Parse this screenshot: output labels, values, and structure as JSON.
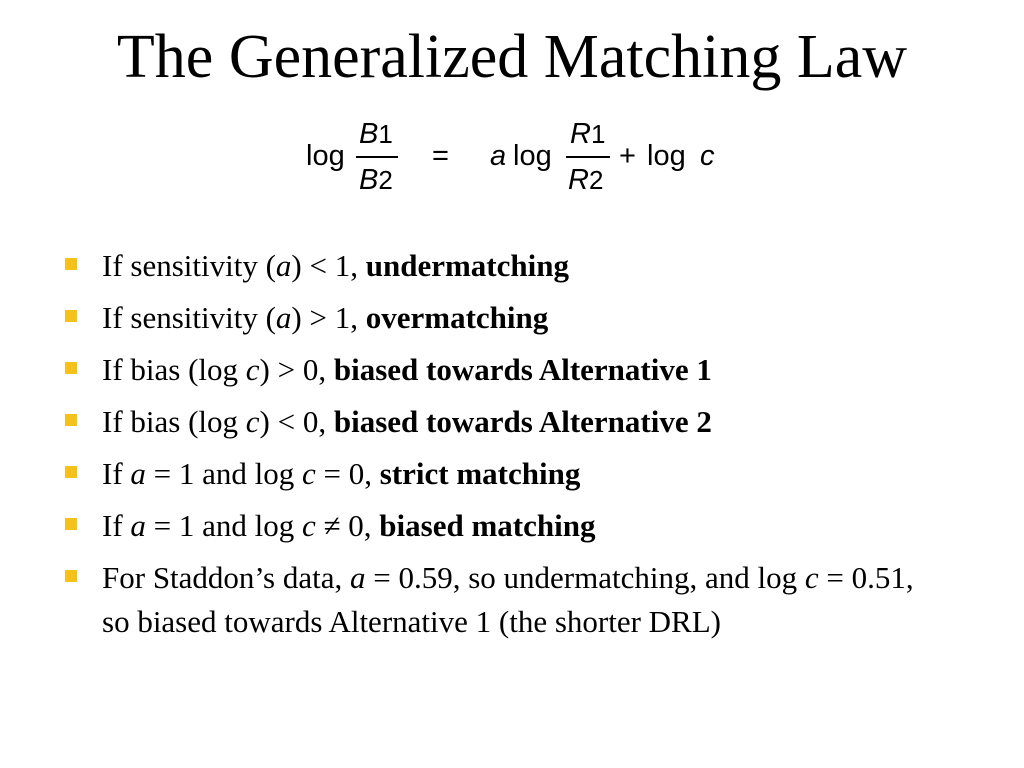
{
  "title": "The Generalized Matching Law",
  "equation": {
    "lhs_log": "log",
    "lhs_num_var": "B",
    "lhs_num_sub": "1",
    "lhs_den_var": "B",
    "lhs_den_sub": "2",
    "equals": "=",
    "rhs_a": "a",
    "rhs_log": "log",
    "rhs_num_var": "R",
    "rhs_num_sub": "1",
    "rhs_den_var": "R",
    "rhs_den_sub": "2",
    "plus": "+",
    "rhs_log_c": "log",
    "rhs_c": "c"
  },
  "bullet_color": "#f5c21b",
  "bullets": [
    {
      "segments": [
        {
          "text": "If sensitivity (",
          "style": "normal"
        },
        {
          "text": "a",
          "style": "italic"
        },
        {
          "text": ") < 1, ",
          "style": "normal"
        },
        {
          "text": "undermatching",
          "style": "bold"
        }
      ]
    },
    {
      "segments": [
        {
          "text": "If sensitivity (",
          "style": "normal"
        },
        {
          "text": "a",
          "style": "italic"
        },
        {
          "text": ") > 1, ",
          "style": "normal"
        },
        {
          "text": "overmatching",
          "style": "bold"
        }
      ]
    },
    {
      "segments": [
        {
          "text": "If bias (log ",
          "style": "normal"
        },
        {
          "text": "c",
          "style": "italic"
        },
        {
          "text": ") > 0, ",
          "style": "normal"
        },
        {
          "text": "biased towards Alternative 1",
          "style": "bold"
        }
      ]
    },
    {
      "segments": [
        {
          "text": "If bias (log ",
          "style": "normal"
        },
        {
          "text": "c",
          "style": "italic"
        },
        {
          "text": ") < 0, ",
          "style": "normal"
        },
        {
          "text": "biased towards Alternative 2",
          "style": "bold"
        }
      ]
    },
    {
      "segments": [
        {
          "text": "If ",
          "style": "normal"
        },
        {
          "text": "a",
          "style": "italic"
        },
        {
          "text": " = 1 and log ",
          "style": "normal"
        },
        {
          "text": "c",
          "style": "italic"
        },
        {
          "text": " = 0, ",
          "style": "normal"
        },
        {
          "text": "strict matching",
          "style": "bold"
        }
      ]
    },
    {
      "segments": [
        {
          "text": "If ",
          "style": "normal"
        },
        {
          "text": "a",
          "style": "italic"
        },
        {
          "text": " = 1 and log ",
          "style": "normal"
        },
        {
          "text": "c",
          "style": "italic"
        },
        {
          "text": " ≠ 0, ",
          "style": "normal"
        },
        {
          "text": "biased matching",
          "style": "bold"
        }
      ]
    },
    {
      "segments": [
        {
          "text": "For Staddon’s data, ",
          "style": "normal"
        },
        {
          "text": "a",
          "style": "italic"
        },
        {
          "text": " = 0.59, so undermatching, and log ",
          "style": "normal"
        },
        {
          "text": "c",
          "style": "italic"
        },
        {
          "text": " = 0.51, so biased towards Alternative 1 (the shorter DRL)",
          "style": "normal"
        }
      ]
    }
  ]
}
